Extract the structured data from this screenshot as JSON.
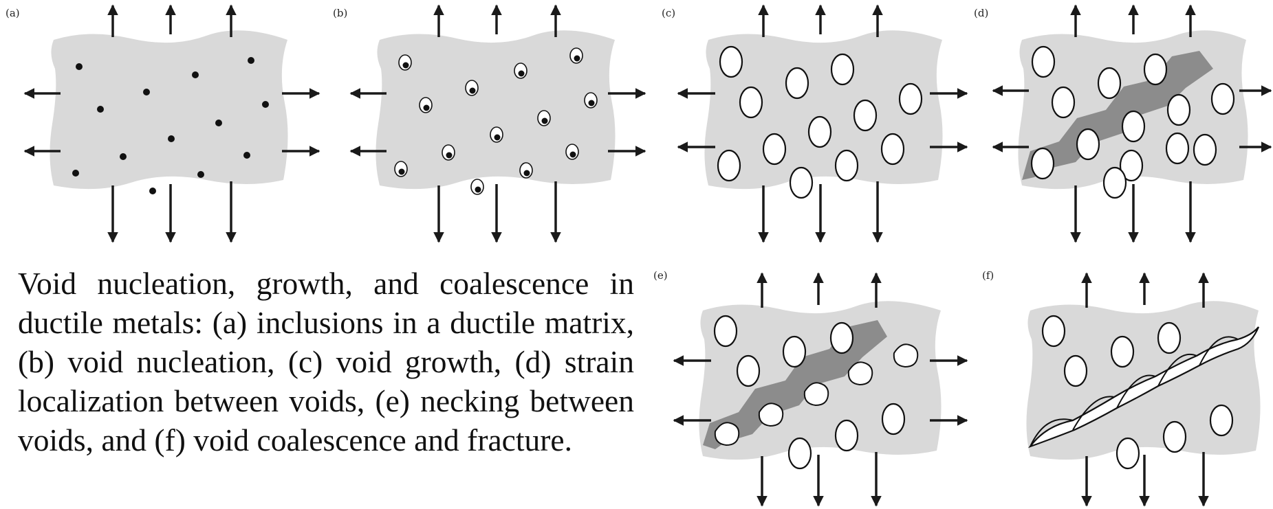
{
  "panels": [
    {
      "id": "a",
      "label": "(a)",
      "stage": "inclusions"
    },
    {
      "id": "b",
      "label": "(b)",
      "stage": "nucleation"
    },
    {
      "id": "c",
      "label": "(c)",
      "stage": "growth"
    },
    {
      "id": "d",
      "label": "(d)",
      "stage": "localization"
    },
    {
      "id": "e",
      "label": "(e)",
      "stage": "necking"
    },
    {
      "id": "f",
      "label": "(f)",
      "stage": "fracture"
    }
  ],
  "caption": "Void nucleation, growth, and coalescence in ductile metals: (a) inclusions in a ductile matrix, (b) void nucleation, (c) void growth, (d) strain localization between voids, (e) necking between voids, and (f) void coalescence and fracture.",
  "colors": {
    "matrix": "#d9d9d9",
    "band": "#8c8c8c",
    "arrow": "#1a1a1a",
    "ink": "#111111"
  }
}
